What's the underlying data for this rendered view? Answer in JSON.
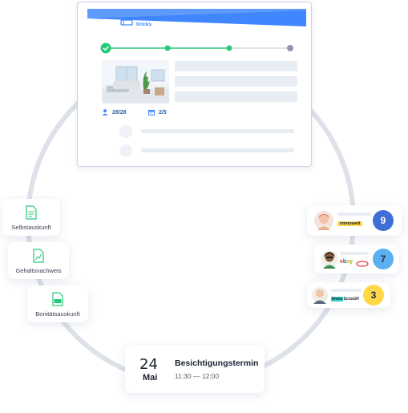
{
  "app": {
    "logo_text": "vivid\nbricks",
    "progress_steps": 4,
    "progress_completed": 3,
    "meta_people": "28/28",
    "meta_calendar": "2/5"
  },
  "documents": [
    {
      "label": "Selbstauskunft",
      "icon": "document-icon"
    },
    {
      "label": "Gehaltsnachweis",
      "icon": "document-chart-icon"
    },
    {
      "label": "Bonitätsauskunft",
      "icon": "pdf-document-icon"
    }
  ],
  "portals": [
    {
      "logo": "immowelt",
      "count": "9",
      "badge_color": "#3f6fd6",
      "text_color": "#ffffff"
    },
    {
      "logo": "ebay",
      "count": "7",
      "badge_color": "#5ab0f0",
      "text_color": "#1b2a45"
    },
    {
      "logo": "ImmoScout24",
      "count": "3",
      "badge_color": "#ffd84a",
      "text_color": "#1b2a45"
    }
  ],
  "appointment": {
    "day": "24",
    "month": "Mai",
    "title": "Besichtigungstermin",
    "time": "11:30 — 12:00"
  },
  "colors": {
    "accent_green": "#27c97a",
    "ring": "#dde1e8",
    "brand_blue": "#3f86ff"
  }
}
